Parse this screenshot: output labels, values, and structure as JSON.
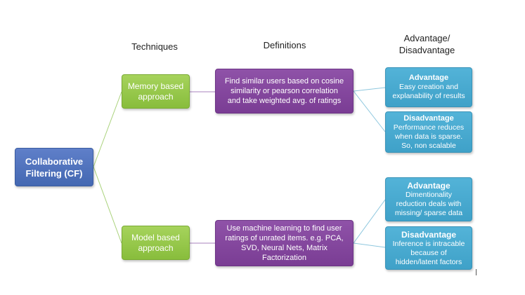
{
  "headers": {
    "techniques": "Techniques",
    "definitions": "Definitions",
    "advantage": "Advantage/\nDisadvantage"
  },
  "root": {
    "label": "Collaborative\nFiltering (CF)"
  },
  "branches": [
    {
      "technique": "Memory based\napproach",
      "definition": "Find similar users based on cosine\nsimilarity or pearson correlation\nand take weighted avg. of ratings",
      "advantage": {
        "title": "Advantage",
        "text": "Easy creation and\nexplanability of results"
      },
      "disadvantage": {
        "title": "Disadvantage",
        "text": "Performance reduces\nwhen data is sparse.\nSo, non scalable"
      }
    },
    {
      "technique": "Model based\napproach",
      "definition": "Use machine learning to find user\nratings of unrated items. e.g. PCA,\nSVD, Neural Nets, Matrix\nFactorization",
      "advantage": {
        "title": "Advantage",
        "text": "Dimentionality\nreduction deals with\nmissing/ sparse data"
      },
      "disadvantage": {
        "title": "Disadvantage",
        "text": "Inference is intracable\nbecause of\nhidden/latent factors"
      }
    }
  ],
  "colors": {
    "root": "#4a6fb8",
    "technique": "#94c647",
    "definition": "#7f4199",
    "advantage": "#45a8cf",
    "connector_green": "#a9d27a",
    "connector_purple": "#a883bd",
    "connector_blue": "#8ec7de"
  }
}
